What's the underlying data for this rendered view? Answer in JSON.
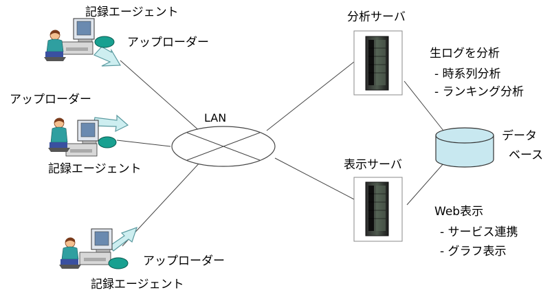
{
  "clients": [
    {
      "agent_label": "記録エージェント",
      "uploader_label": "アップローダー"
    },
    {
      "agent_label": "記録エージェント",
      "uploader_label": "アップローダー"
    },
    {
      "agent_label": "記録エージェント",
      "uploader_label": "アップローダー"
    }
  ],
  "network": {
    "label": "LAN"
  },
  "analysis_server": {
    "title": "分析サーバ",
    "heading": "生ログを分析",
    "items": [
      "- 時系列分析",
      "- ランキング分析"
    ]
  },
  "display_server": {
    "title": "表示サーバ",
    "heading": "Web表示",
    "items": [
      "- サービス連携",
      "- グラフ表示"
    ]
  },
  "database": {
    "line1": "データ",
    "line2": "ベース"
  },
  "colors": {
    "arrow_fill": "#cdeef0",
    "arrow_stroke": "#5a9aa0",
    "disk_fill": "#18a090",
    "db_fill": "#c8e8f0",
    "server_dark": "#1a1a1a",
    "server_mid": "#3a4a3a",
    "line": "#444444"
  }
}
